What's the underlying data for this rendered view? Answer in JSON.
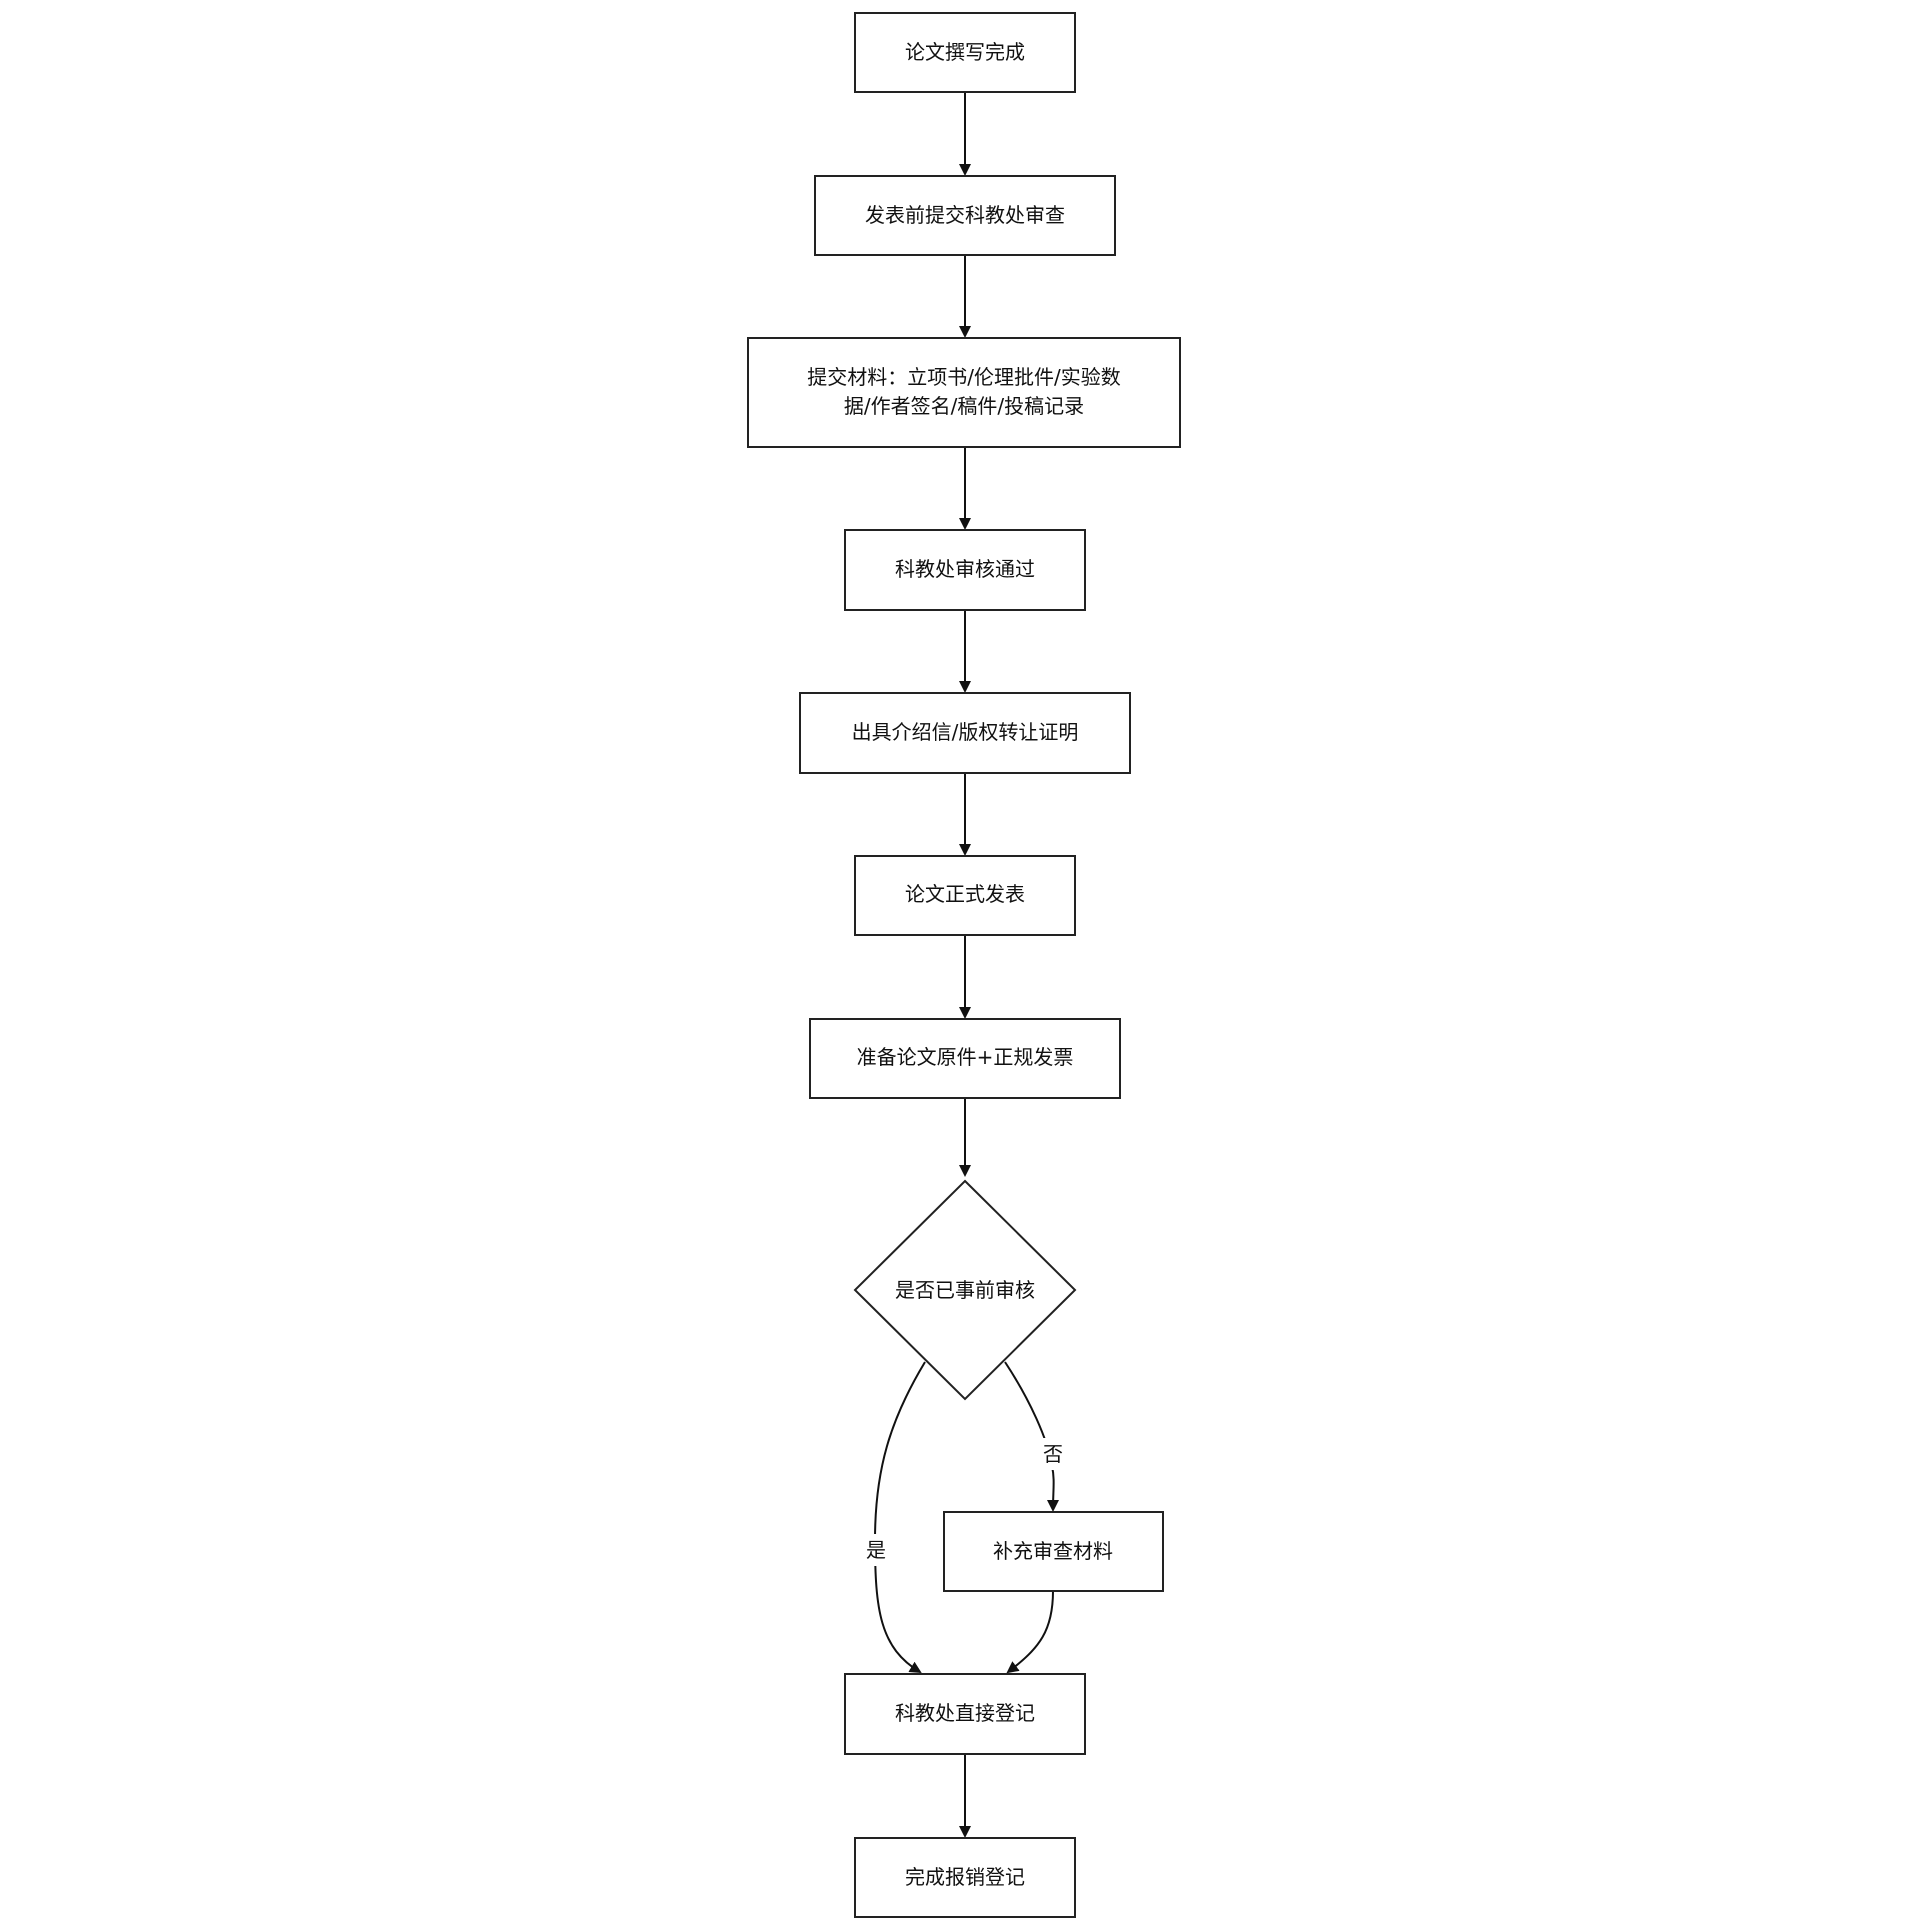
{
  "diagram": {
    "type": "flowchart",
    "nodes": {
      "n1": "论文撰写完成",
      "n2": "发表前提交科教处审查",
      "n3_line1": "提交材料：立项书/伦理批件/实验数",
      "n3_line2": "据/作者签名/稿件/投稿记录",
      "n4": "科教处审核通过",
      "n5": "出具介绍信/版权转让证明",
      "n6": "论文正式发表",
      "n7": "准备论文原件+正规发票",
      "d1": "是否已事前审核",
      "n8": "补充审查材料",
      "n9": "科教处直接登记",
      "n10": "完成报销登记"
    },
    "edges": {
      "yes_label": "是",
      "no_label": "否"
    }
  }
}
